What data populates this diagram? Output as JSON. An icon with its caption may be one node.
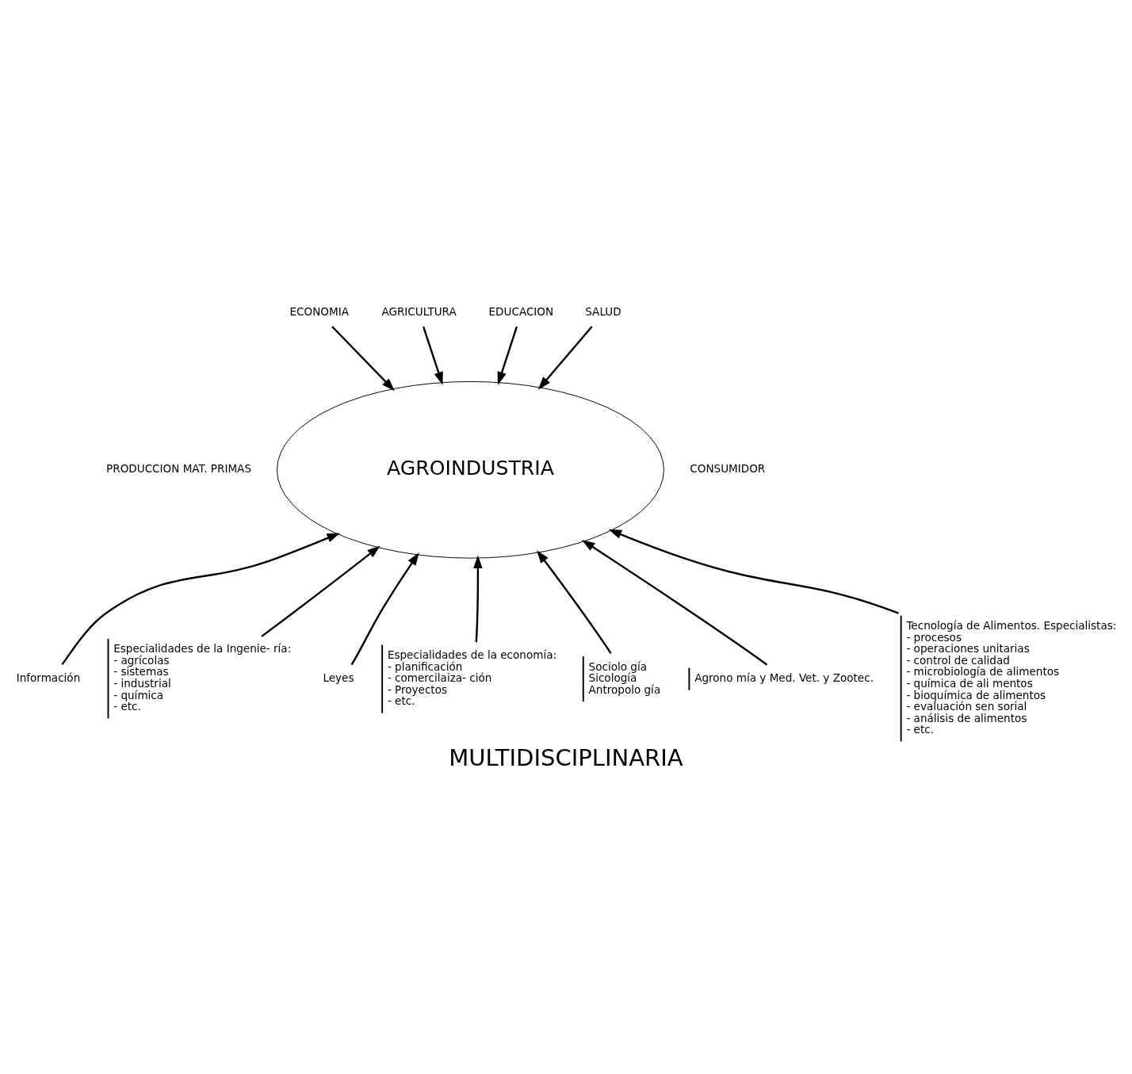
{
  "diagram": {
    "caption": "MULTIDISCIPLINARIA",
    "nodes": [
      {
        "text": [
          "AGROINDUSTRIA"
        ]
      },
      {
        "text": [
          "ECONOMIA"
        ]
      },
      {
        "text": [
          "AGRICULTURA"
        ]
      },
      {
        "text": [
          "EDUCACION"
        ]
      },
      {
        "text": [
          "SALUD"
        ]
      },
      {
        "text": [
          "Información"
        ]
      },
      {
        "text": [
          "Especialidades de la Ingenie- ría:",
          "- agrícolas",
          "- sistemas",
          "- industrial",
          "- química",
          "- etc."
        ]
      },
      {
        "text": [
          "Leyes"
        ]
      },
      {
        "text": [
          "Especialidades de la economía:",
          "- planificación",
          "- comercilaiza- ción",
          "- Proyectos",
          "- etc."
        ]
      },
      {
        "text": [
          "Sociolo gía",
          "Sicología",
          "Antropolo gía"
        ]
      },
      {
        "text": [
          "Agrono mía y Med. Vet. y Zootec."
        ]
      },
      {
        "text": [
          "Tecnología de Alimentos. Especialistas:",
          "- procesos",
          "- operaciones unitarias",
          "- control de calidad",
          "- microbiología de alimentos",
          "- química de ali mentos",
          "- bioquímica de alimentos",
          "- evaluación sen sorial",
          "- análisis de alimentos",
          "- etc."
        ]
      }
    ],
    "edges": [
      {
        "from": 1,
        "to": 0,
        "arrow": "to"
      },
      {
        "from": 2,
        "to": 0,
        "arrow": "to"
      },
      {
        "from": 3,
        "to": 0,
        "arrow": "to"
      },
      {
        "from": 4,
        "to": 0,
        "arrow": "to"
      },
      {
        "from": 5,
        "to": 0,
        "arrow": "to"
      },
      {
        "from": 6,
        "to": 0,
        "arrow": "to"
      },
      {
        "from": 7,
        "to": 0,
        "arrow": "to"
      },
      {
        "from": 8,
        "to": 0,
        "arrow": "to"
      },
      {
        "from": 9,
        "to": 0,
        "arrow": "to"
      },
      {
        "from": 10,
        "to": 0,
        "arrow": "to"
      },
      {
        "from": 11,
        "to": 0,
        "arrow": "to"
      }
    ],
    "labels": [
      "PRODUCCION MAT. PRIMAS",
      "CONSUMIDOR"
    ]
  }
}
